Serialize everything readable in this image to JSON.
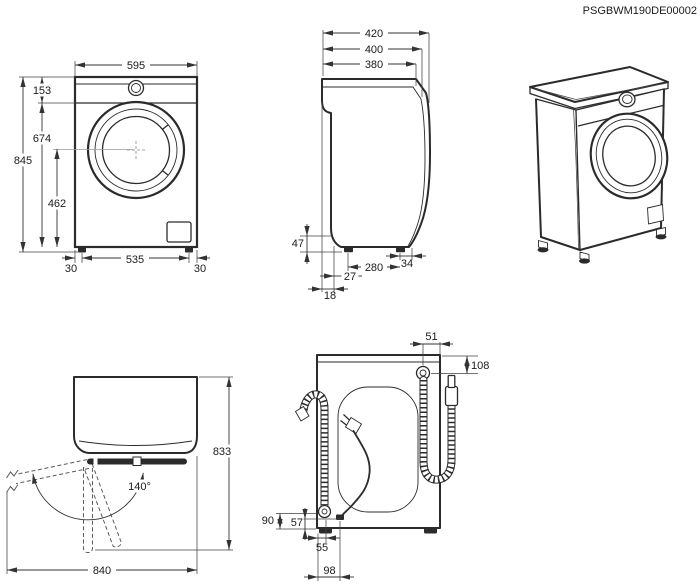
{
  "drawing_code": "PSGBWM190DE00002",
  "front_view": {
    "width": "595",
    "total_height": "845",
    "top_to_panel": "153",
    "panel_to_bottom": "674",
    "door_center_to_bottom": "462",
    "left_foot_inset": "30",
    "feet_distance": "535",
    "right_foot_inset": "30"
  },
  "side_view": {
    "depth_max": "420",
    "depth_mid": "400",
    "depth_cabinet": "380",
    "base_clearance": "47",
    "back_overhang": "18",
    "back_to_rear_foot": "27",
    "feet_distance": "280",
    "front_foot_to_front": "34"
  },
  "top_view": {
    "door_opening_angle": "140°",
    "depth_door_open": "833",
    "width_door_open": "840"
  },
  "rear_view": {
    "inlet_to_side": "51",
    "top_to_inlet": "108",
    "drain_hose_height": "90",
    "cord_height": "57",
    "side_to_drain_hose": "55",
    "side_to_cord": "98"
  }
}
